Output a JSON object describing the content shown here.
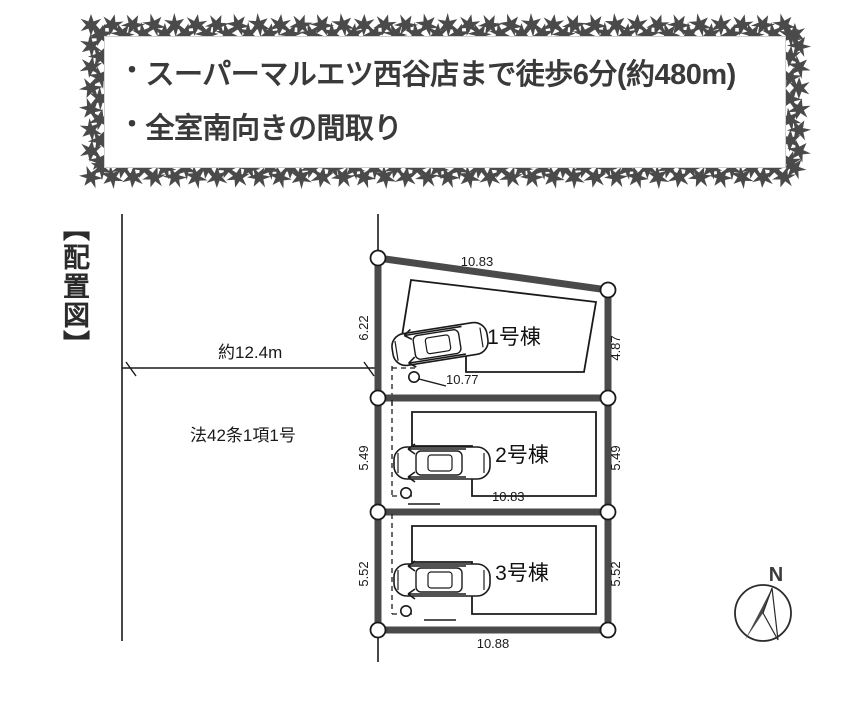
{
  "header": {
    "bullet": "・",
    "line1": "スーパーマルエツ西谷店まで徒歩6分(約480m)",
    "line2": "全室南向きの間取り",
    "border_color": "#4a4a4a",
    "text_color": "#3a3a3a"
  },
  "plan": {
    "label": "【配置図】"
  },
  "road": {
    "width_label": "約12.4m",
    "type_label": "法42条1項1号"
  },
  "compass": {
    "north_label": "N"
  },
  "lots": [
    {
      "name": "1号棟",
      "top_dim": "10.83",
      "left_dim": "6.22",
      "right_dim": "4.87",
      "bottom_dim": "10.77"
    },
    {
      "name": "2号棟",
      "top_dim": "",
      "left_dim": "5.49",
      "right_dim": "5.49",
      "bottom_dim": "10.83"
    },
    {
      "name": "3号棟",
      "top_dim": "",
      "left_dim": "5.52",
      "right_dim": "5.52",
      "bottom_dim": "10.88"
    }
  ],
  "icons": {
    "car": "car-icon",
    "marker": "boundary-marker-icon",
    "post": "gate-post-icon",
    "compass": "compass-rose-icon"
  }
}
